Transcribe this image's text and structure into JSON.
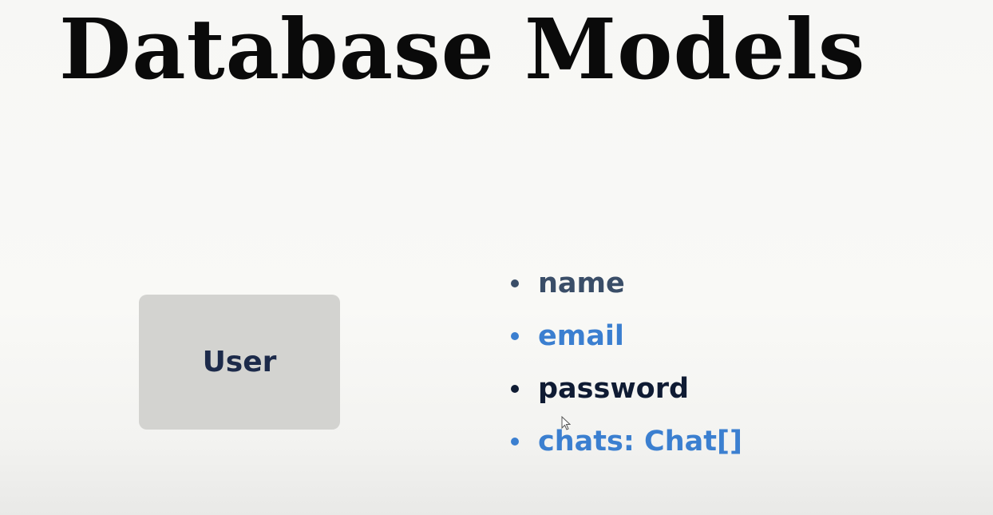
{
  "slide": {
    "title": "Database Models",
    "entity": {
      "label": "User"
    },
    "fields": [
      {
        "label": "name",
        "color": "#3a4e68"
      },
      {
        "label": "email",
        "color": "#3b7fd0"
      },
      {
        "label": "password",
        "color": "#0f1b33"
      },
      {
        "label": "chats: Chat[]",
        "color": "#3b7fd0"
      }
    ]
  },
  "colors": {
    "title": "#0a0a0a",
    "entity_box": "#d3d3d0",
    "entity_label": "#1c2a4a"
  },
  "icons": {
    "bullet": "bullet-dot",
    "cursor": "mouse-pointer-icon"
  }
}
